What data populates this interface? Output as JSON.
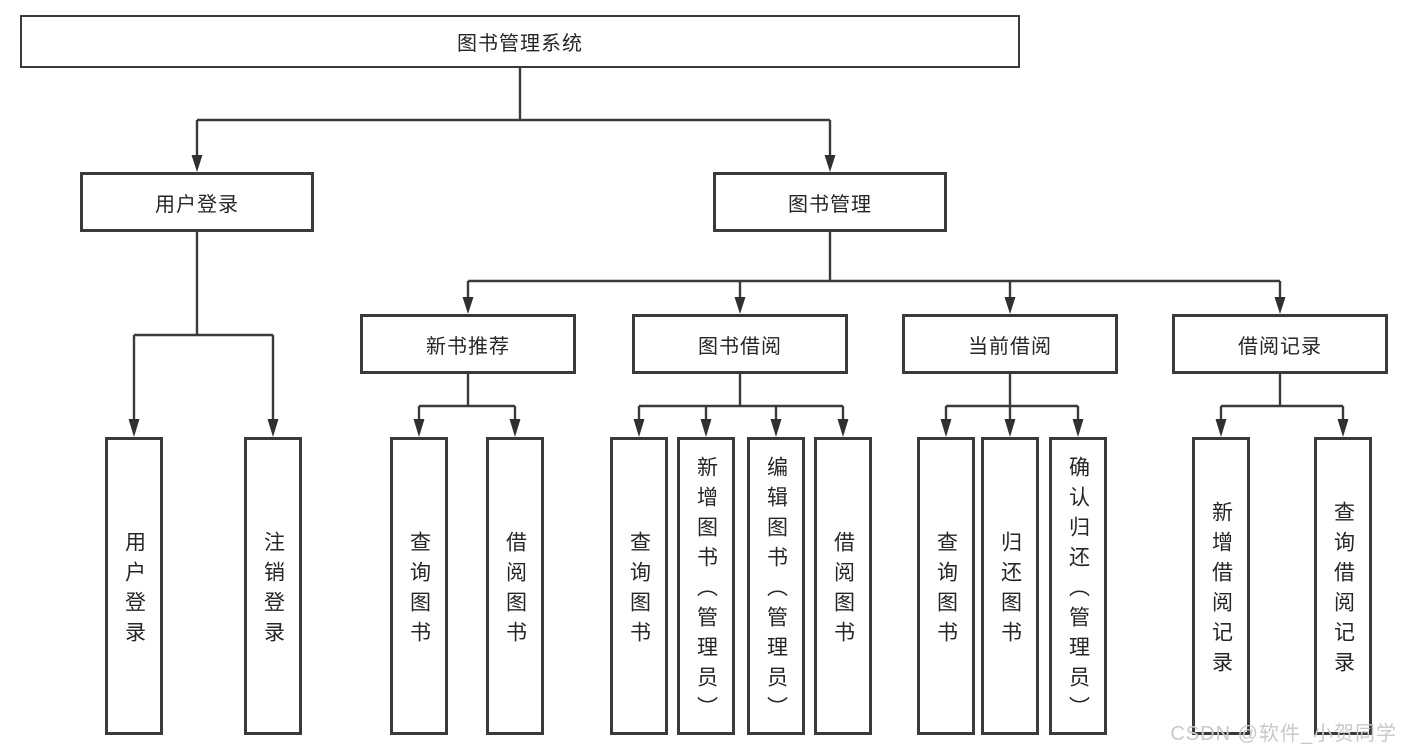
{
  "tree": {
    "root": "图书管理系统",
    "branches": [
      {
        "label": "用户登录",
        "children": [
          "用户登录",
          "注销登录"
        ]
      },
      {
        "label": "图书管理",
        "groups": [
          {
            "label": "新书推荐",
            "children": [
              "查询图书",
              "借阅图书"
            ]
          },
          {
            "label": "图书借阅",
            "children": [
              "查询图书",
              "新增图书（管理员）",
              "编辑图书（管理员）",
              "借阅图书"
            ]
          },
          {
            "label": "当前借阅",
            "children": [
              "查询图书",
              "归还图书",
              "确认归还（管理员）"
            ]
          },
          {
            "label": "借阅记录",
            "children": [
              "新增借阅记录",
              "查询借阅记录"
            ]
          }
        ]
      }
    ]
  },
  "watermark": "CSDN @软件_小贺同学",
  "colors": {
    "line": "#3a3a3a",
    "box_border": "#3a3a3a",
    "text": "#262626",
    "watermark": "#c9c9c9",
    "background": "#ffffff"
  }
}
